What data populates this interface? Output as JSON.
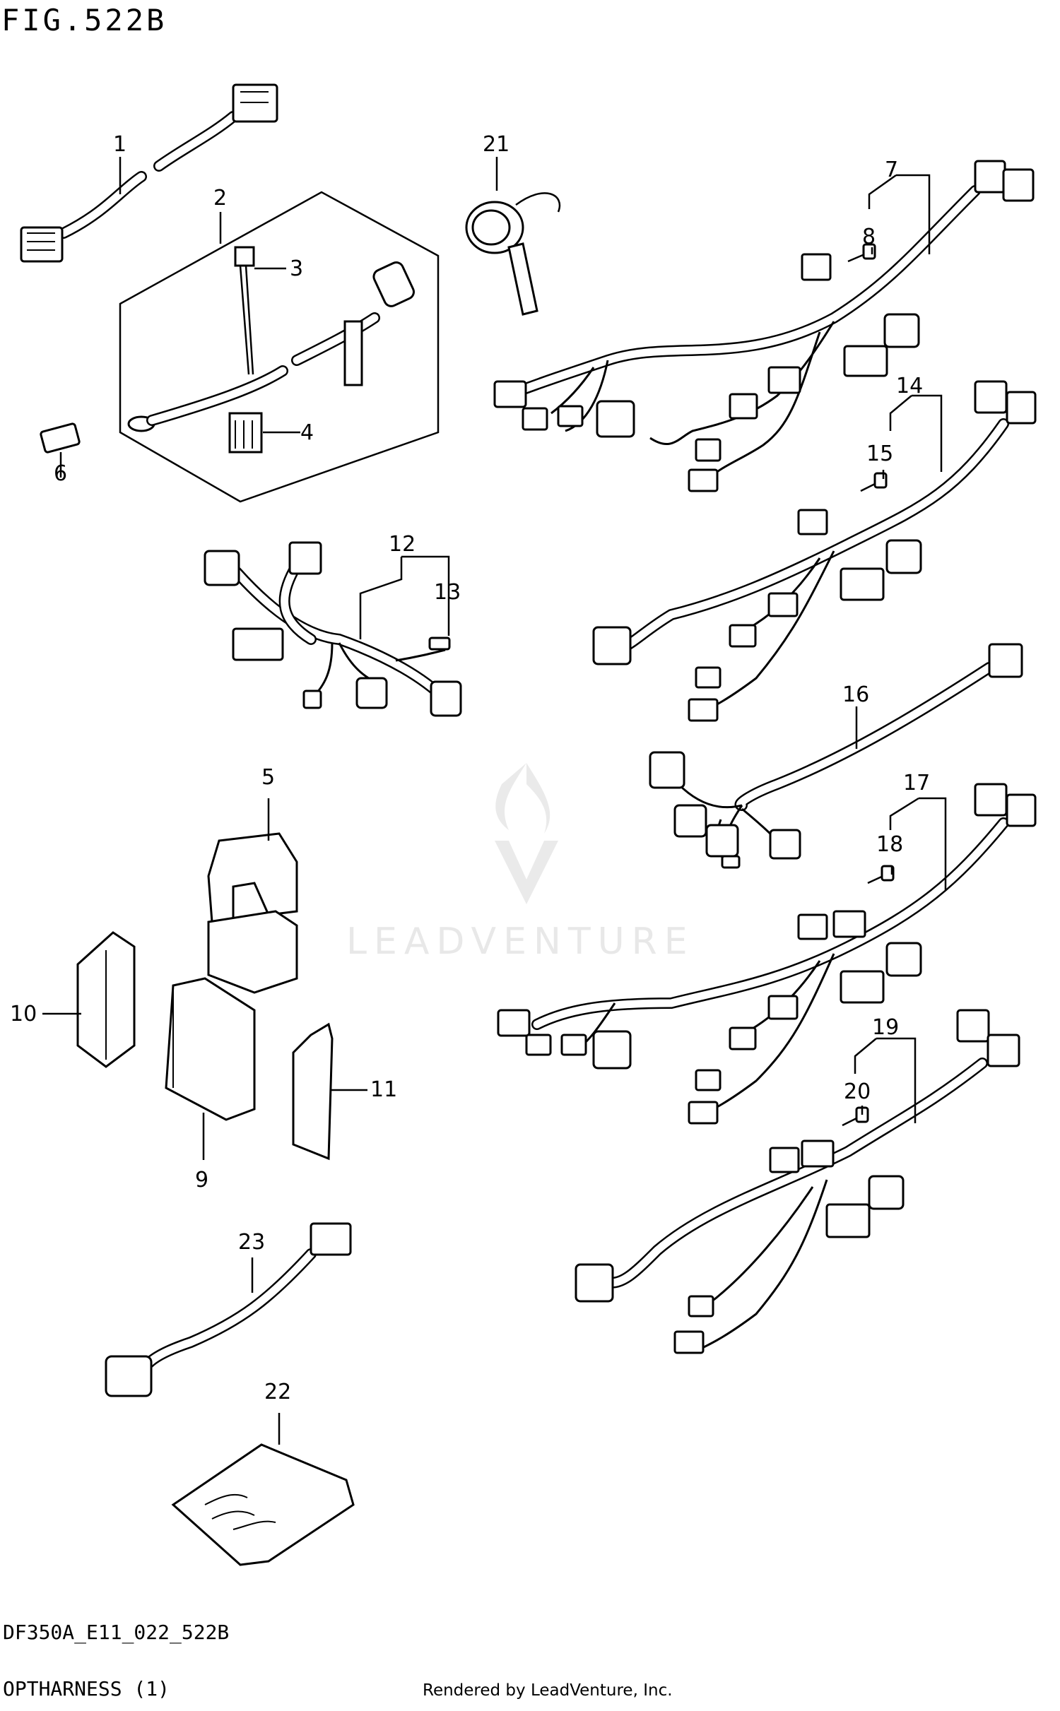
{
  "figure": {
    "title": "FIG.522B",
    "code": "DF350A_E11_022_522B",
    "caption": "OPTHARNESS (1)",
    "credit": "Rendered by LeadVenture, Inc.",
    "watermark": "LEADVENTURE"
  },
  "callouts": [
    {
      "id": "1",
      "label": "1"
    },
    {
      "id": "2",
      "label": "2"
    },
    {
      "id": "3",
      "label": "3"
    },
    {
      "id": "4",
      "label": "4"
    },
    {
      "id": "5",
      "label": "5"
    },
    {
      "id": "6",
      "label": "6"
    },
    {
      "id": "7",
      "label": "7"
    },
    {
      "id": "8",
      "label": "8"
    },
    {
      "id": "9",
      "label": "9"
    },
    {
      "id": "10",
      "label": "10"
    },
    {
      "id": "11",
      "label": "11"
    },
    {
      "id": "12",
      "label": "12"
    },
    {
      "id": "13",
      "label": "13"
    },
    {
      "id": "14",
      "label": "14"
    },
    {
      "id": "15",
      "label": "15"
    },
    {
      "id": "16",
      "label": "16"
    },
    {
      "id": "17",
      "label": "17"
    },
    {
      "id": "18",
      "label": "18"
    },
    {
      "id": "19",
      "label": "19"
    },
    {
      "id": "20",
      "label": "20"
    },
    {
      "id": "21",
      "label": "21"
    },
    {
      "id": "22",
      "label": "22"
    },
    {
      "id": "23",
      "label": "23"
    }
  ]
}
